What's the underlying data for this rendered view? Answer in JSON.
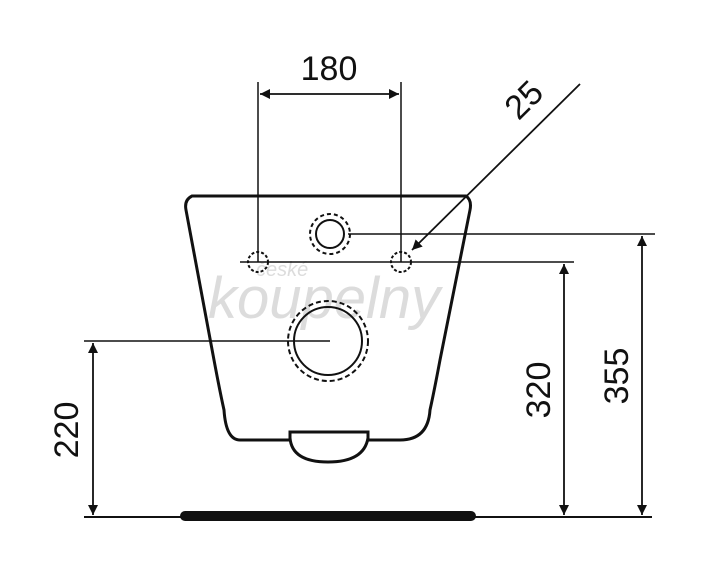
{
  "dimensions": {
    "hole_spacing": "180",
    "hole_diameter": "25",
    "inlet_height": "355",
    "hole_height": "320",
    "outlet_height": "220"
  },
  "watermark": {
    "line1": "české",
    "line2": "koupelny"
  },
  "colors": {
    "line": "#111111",
    "watermark": "#dcdcdc",
    "background": "#ffffff"
  }
}
